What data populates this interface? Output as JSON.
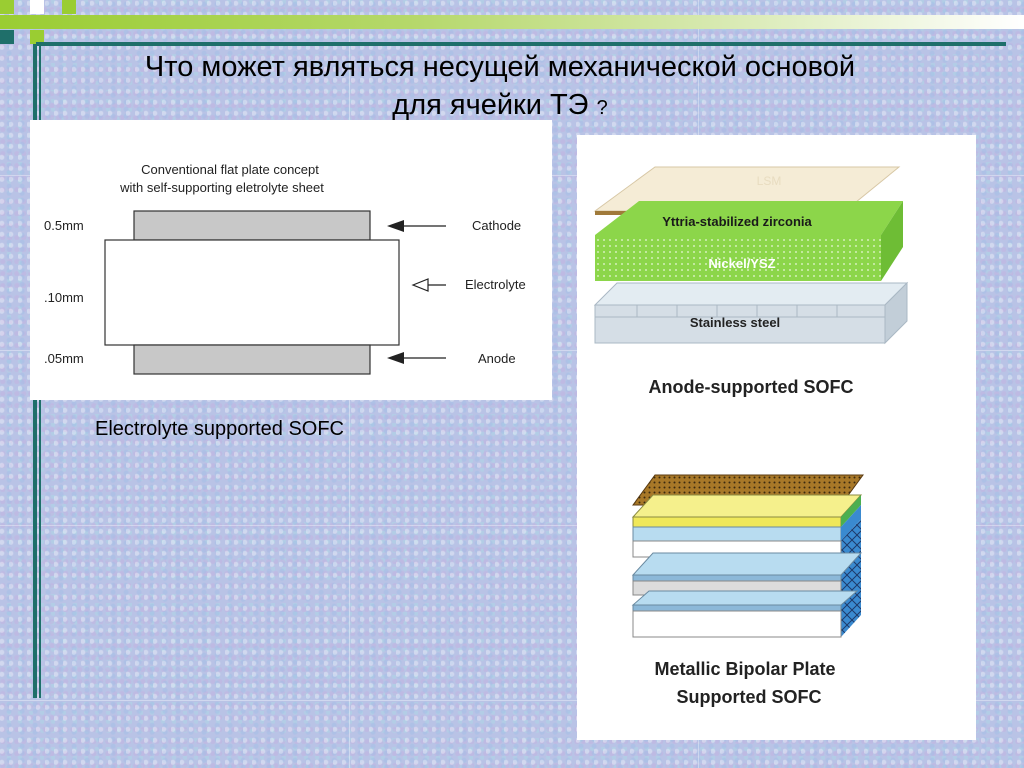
{
  "slide": {
    "title_line1": "Что может являться несущей механической основой",
    "title_line2": "для ячейки ТЭ",
    "title_mark": "?"
  },
  "electrolyte_diagram": {
    "heading_line1": "Conventional flat plate concept",
    "heading_line2": "with self-supporting eletrolyte sheet",
    "dimensions": [
      "0.5mm",
      ".10mm",
      ".05mm"
    ],
    "layers": [
      "Cathode",
      "Electrolyte",
      "Anode"
    ],
    "caption": "Electrolyte supported SOFC"
  },
  "anode_diagram": {
    "layers": [
      "Yttria-stabilized zirconia",
      "Nickel/YSZ",
      "Stainless steel"
    ],
    "top_label": "LSM",
    "caption": "Anode-supported SOFC"
  },
  "bipolar_diagram": {
    "caption_line1": "Metallic Bipolar Plate",
    "caption_line2": "Supported SOFC"
  },
  "colors": {
    "teal_rule": "#1f6f6a",
    "accent_green": "#9acd32",
    "ysz_green": "#8cd64a",
    "electrode_gray": "#c8c8c8"
  }
}
